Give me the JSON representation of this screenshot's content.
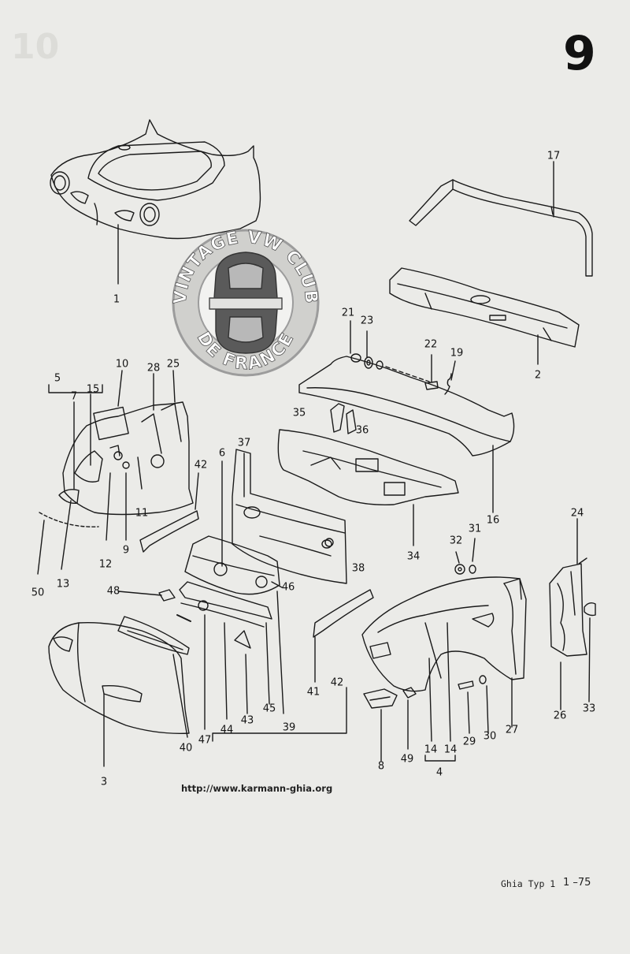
{
  "page": {
    "number": "9",
    "ghost_number": "10"
  },
  "watermark": {
    "line1": "VINTAGE VW CLUB",
    "line2": "DE FRANCE"
  },
  "url": "http://www.karmann-ghia.org",
  "footer": {
    "model": "Ghia Typ 1",
    "page_ref": "1 –75"
  },
  "labels": [
    {
      "text": "1"
    },
    {
      "text": "17"
    },
    {
      "text": "2"
    },
    {
      "text": "21"
    },
    {
      "text": "23"
    },
    {
      "text": "22"
    },
    {
      "text": "19"
    },
    {
      "text": "10"
    },
    {
      "text": "28"
    },
    {
      "text": "25"
    },
    {
      "text": "5"
    },
    {
      "text": "7"
    },
    {
      "text": "15"
    },
    {
      "text": "35"
    },
    {
      "text": "36"
    },
    {
      "text": "6"
    },
    {
      "text": "37"
    },
    {
      "text": "42"
    },
    {
      "text": "11"
    },
    {
      "text": "12"
    },
    {
      "text": "9"
    },
    {
      "text": "50"
    },
    {
      "text": "13"
    },
    {
      "text": "16"
    },
    {
      "text": "34"
    },
    {
      "text": "38"
    },
    {
      "text": "24"
    },
    {
      "text": "32"
    },
    {
      "text": "31"
    },
    {
      "text": "48"
    },
    {
      "text": "46"
    },
    {
      "text": "40"
    },
    {
      "text": "47"
    },
    {
      "text": "44"
    },
    {
      "text": "43"
    },
    {
      "text": "45"
    },
    {
      "text": "39"
    },
    {
      "text": "41"
    },
    {
      "text": "42"
    },
    {
      "text": "3"
    },
    {
      "text": "8"
    },
    {
      "text": "49"
    },
    {
      "text": "14"
    },
    {
      "text": "14"
    },
    {
      "text": "4"
    },
    {
      "text": "29"
    },
    {
      "text": "30"
    },
    {
      "text": "27"
    },
    {
      "text": "26"
    },
    {
      "text": "33"
    }
  ]
}
